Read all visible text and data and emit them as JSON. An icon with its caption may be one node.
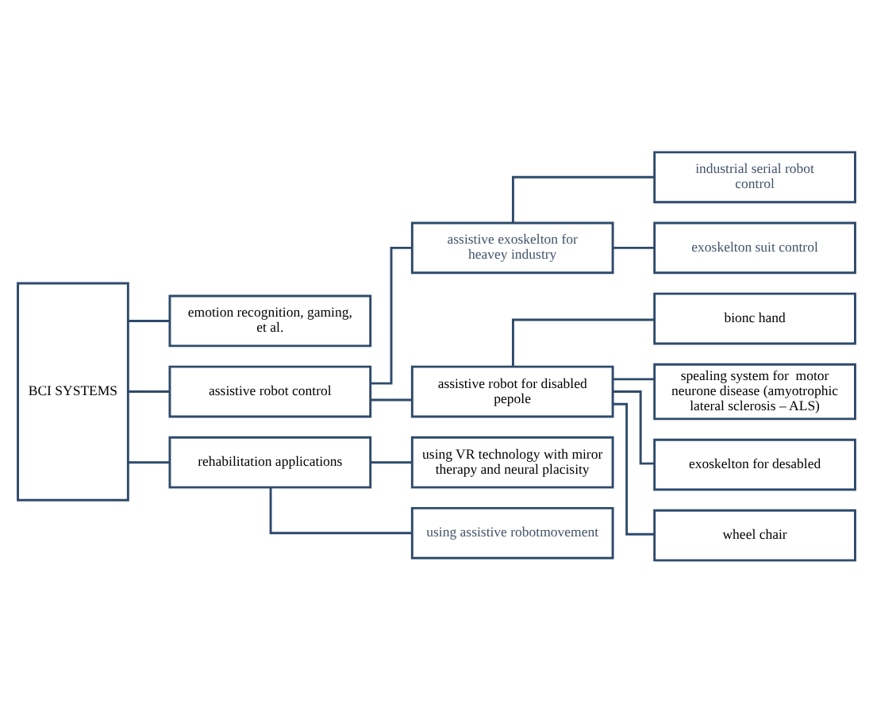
{
  "diagram": {
    "nodes": [
      {
        "text": [
          "BCI SYSTEMS"
        ]
      },
      {
        "text": [
          "emotion recognition, gaming, et al."
        ]
      },
      {
        "text": [
          "assistive robot control"
        ]
      },
      {
        "text": [
          "rehabilitation applications"
        ]
      },
      {
        "text": [
          "assistive exoskelton for heavey industry"
        ]
      },
      {
        "text": [
          "assistive robot for disabled pepole"
        ]
      },
      {
        "text": [
          "industrial serial robot control"
        ]
      },
      {
        "text": [
          "exoskelton suit control"
        ]
      },
      {
        "text": [
          "bionc hand"
        ]
      },
      {
        "text": [
          "spealing system for  motor neurone disease (amyotrophic lateral sclerosis – ALS)"
        ]
      },
      {
        "text": [
          "exoskelton for desabled"
        ]
      },
      {
        "text": [
          "wheel chair"
        ]
      },
      {
        "text": [
          "using VR technology with miror therapy and neural placisity"
        ]
      },
      {
        "text": [
          "using assistive robotmovement"
        ]
      }
    ],
    "edges": [
      {
        "from": 0,
        "to": 1,
        "arrow": "none"
      },
      {
        "from": 0,
        "to": 2,
        "arrow": "none"
      },
      {
        "from": 0,
        "to": 3,
        "arrow": "none"
      },
      {
        "from": 2,
        "to": 4,
        "arrow": "none"
      },
      {
        "from": 2,
        "to": 5,
        "arrow": "none"
      },
      {
        "from": 4,
        "to": 6,
        "arrow": "none"
      },
      {
        "from": 4,
        "to": 7,
        "arrow": "none"
      },
      {
        "from": 5,
        "to": 8,
        "arrow": "none"
      },
      {
        "from": 5,
        "to": 9,
        "arrow": "none"
      },
      {
        "from": 5,
        "to": 10,
        "arrow": "none"
      },
      {
        "from": 5,
        "to": 11,
        "arrow": "none"
      },
      {
        "from": 3,
        "to": 12,
        "arrow": "none"
      },
      {
        "from": 3,
        "to": 13,
        "arrow": "none"
      }
    ]
  }
}
